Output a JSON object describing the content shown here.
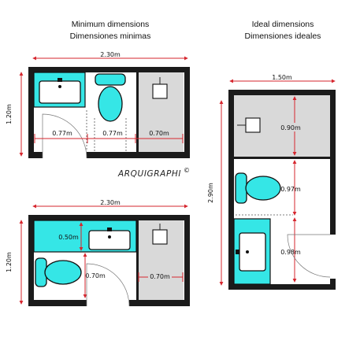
{
  "headings": {
    "minimum_en": "Minimum dimensions",
    "minimum_es": "Dimensiones minimas",
    "ideal_en": "Ideal dimensions",
    "ideal_es": "Dimensiones ideales"
  },
  "brand": {
    "name": "ARQUIGRAPHI",
    "mark": "©"
  },
  "plan_top": {
    "width_label": "2.30m",
    "height_label": "1.20m",
    "segments": [
      "0.77m",
      "0.77m",
      "0.70m"
    ]
  },
  "plan_bottom": {
    "width_label": "2.30m",
    "height_label": "1.20m",
    "counter_depth_label": "0.50m",
    "toilet_clearance_label": "0.70m",
    "shower_label": "0.70m"
  },
  "plan_ideal": {
    "width_label": "1.50m",
    "height_label": "2.90m",
    "shower_label": "0.90m",
    "toilet_label": "0.97m",
    "sink_label": "0.98m"
  },
  "colors": {
    "accent": "#35e6e6",
    "dimension_line": "#d6262e",
    "wall": "#1b1b1b",
    "shower_floor": "#d9d9d9"
  }
}
